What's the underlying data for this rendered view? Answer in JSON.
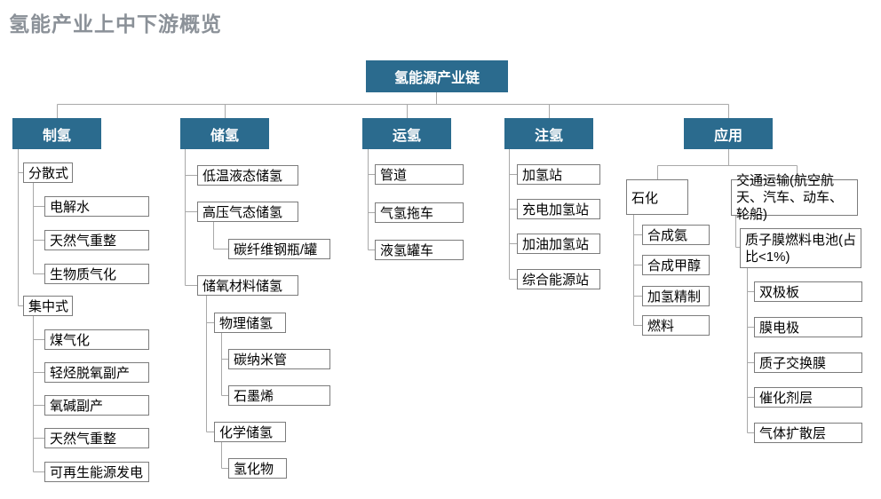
{
  "title": "氢能产业上中下游概览",
  "colors": {
    "accent_blue": "#2b6b8e",
    "box_border_gray": "#7c7c7c",
    "connector_gray": "#a9a9a9",
    "title_gray": "#8b9198"
  },
  "tree": {
    "root": "氢能源产业链",
    "production": {
      "label": "制氢",
      "distributed": {
        "label": "分散式",
        "electrolysis": "电解水",
        "ng_reforming": "天然气重整",
        "biomass_gasification": "生物质气化"
      },
      "centralized": {
        "label": "集中式",
        "coal_gasification": "煤气化",
        "light_hydrocarbon_byproduct": "轻烃脱氧副产",
        "chlor_alkali_byproduct": "氧碱副产",
        "ng_reforming": "天然气重整",
        "renewable_power": "可再生能源发电"
      }
    },
    "storage": {
      "label": "储氢",
      "cryo_liquid": "低温液态储氢",
      "high_pressure": {
        "label": "高压气态储氢",
        "carbon_fiber_cylinder": "碳纤维钢瓶/罐"
      },
      "material": {
        "label": "储氧材料储氢",
        "physical": {
          "label": "物理储氢",
          "carbon_nanotube": "碳纳米管",
          "graphene": "石墨烯"
        },
        "chemical": {
          "label": "化学储氢",
          "hydride": "氢化物"
        }
      }
    },
    "transport": {
      "label": "运氢",
      "pipeline": "管道",
      "gas_trailer": "气氢拖车",
      "liquid_tanker": "液氢罐车"
    },
    "refueling": {
      "label": "注氢",
      "h2_station": "加氢站",
      "charging_h2_station": "充电加氢站",
      "gas_h2_station": "加油加氢站",
      "integrated_energy_station": "综合能源站"
    },
    "application": {
      "label": "应用",
      "petrochemical": {
        "label": "石化",
        "ammonia": "合成氨",
        "methanol": "合成甲醇",
        "hydrofining": "加氢精制",
        "fuel": "燃料"
      },
      "transportation": {
        "label": "交通运输(航空航天、汽车、动车、轮船)",
        "pem_fuel_cell": {
          "label": "质子膜燃料电池(占比<1%)",
          "bipolar_plate": "双极板",
          "membrane_electrode": "膜电极",
          "proton_exchange_membrane": "质子交换膜",
          "catalyst_layer": "催化剂层",
          "gas_diffusion_layer": "气体扩散层"
        }
      }
    }
  }
}
